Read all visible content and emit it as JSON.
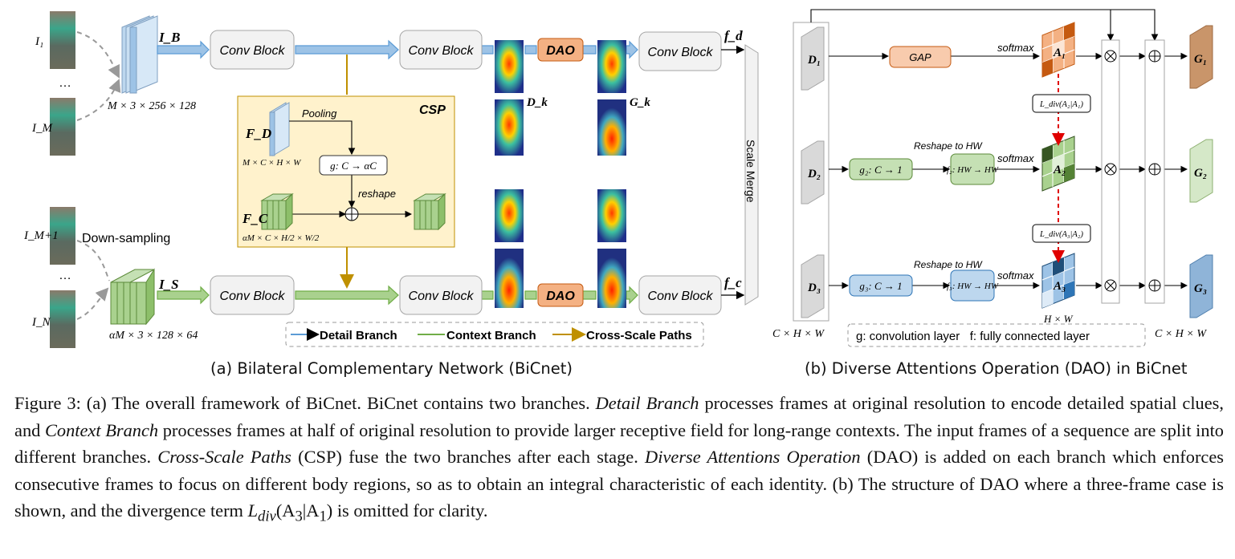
{
  "panel_a": {
    "inputs": {
      "i1": "I₁",
      "im": "I_M",
      "im1": "I_M+1",
      "in": "I_N",
      "ellipsis_top": "…",
      "ellipsis_bottom": "…",
      "downsampling": "Down-sampling"
    },
    "feature_top": {
      "label": "I_B",
      "dims": "M × 3 × 256 × 128"
    },
    "feature_bottom": {
      "label": "I_S",
      "dims": "αM × 3 × 128 × 64"
    },
    "conv_block": "Conv Block",
    "dao": "DAO",
    "dk": "D_k",
    "gk": "G_k",
    "fd": "f_d",
    "fc": "f_c",
    "scale_merge": "Scale Merge",
    "csp": {
      "title": "CSP",
      "pooling": "Pooling",
      "fd_label": "F_D",
      "fd_dims": "M × C × H × W",
      "g_op": "g: C → αC",
      "reshape": "reshape",
      "fc_label": "F_C",
      "fc_dims": "αM × C × H/2 × W/2"
    },
    "legend": {
      "detail": "Detail Branch",
      "context": "Context Branch",
      "cross": "Cross-Scale Paths"
    },
    "subtitle": "(a) Bilateral Complementary Network (BiCnet)",
    "colors": {
      "detail": "#5b9bd5",
      "context": "#70ad47",
      "cross": "#bf9000",
      "dao": "#f4b183"
    }
  },
  "panel_b": {
    "d1": "D₁",
    "d2": "D₂",
    "d3": "D₃",
    "gap": "GAP",
    "g2": "g₂: C → 1",
    "g3": "g₃: C → 1",
    "reshape_to": "Reshape to HW",
    "f2": "f₂: HW → HW",
    "f3": "f₃: HW → HW",
    "softmax": "softmax",
    "a1": "A₁",
    "a2": "A₂",
    "a3": "A₃",
    "ldiv21": "L_div(A₂|A₁)",
    "ldiv32": "L_div(A₃|A₂)",
    "hxw": "H × W",
    "chw_in": "C × H × W",
    "chw_out": "C × H × W",
    "g1o": "G₁",
    "g2o": "G₂",
    "g3o": "G₃",
    "legend": "g: convolution layer   f: fully connected layer",
    "subtitle": "(b) Diverse Attentions Operation (DAO) in BiCnet"
  },
  "caption": {
    "p1": "Figure 3: (a) The overall framework of BiCnet. BiCnet contains two branches. ",
    "p2": "Detail Branch",
    "p3": " processes frames at original resolution to encode detailed spatial clues, and ",
    "p4": "Context Branch",
    "p5": " processes frames at half of original resolution to provide larger receptive field for long-range contexts. The input frames of a sequence are split into different branches. ",
    "p6": "Cross-Scale Paths",
    "p7": " (CSP) fuse the two branches after each stage. ",
    "p8": "Diverse Attentions Operation",
    "p9": " (DAO) is added on each branch which enforces consecutive frames to focus on different body regions, so as to obtain an integral characteristic of each identity. (b) The structure of DAO where a three-frame case is shown, and the divergence term ",
    "p10": "L",
    "p11": "div",
    "p12": "(A",
    "p13": "3",
    "p14": "|A",
    "p15": "1",
    "p16": ") is omitted for clarity."
  }
}
